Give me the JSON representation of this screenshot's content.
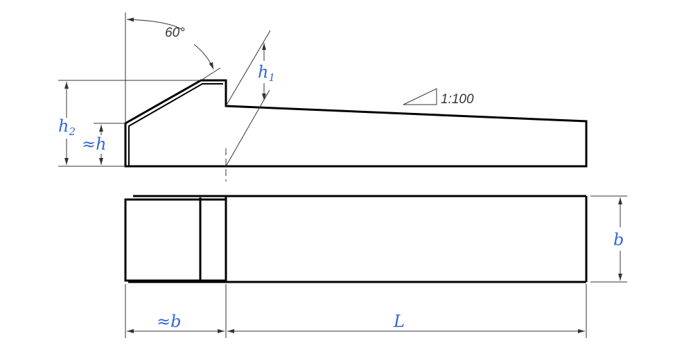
{
  "labels": {
    "angle": "60°",
    "h1": "h",
    "h1_sub": "1",
    "h2": "h",
    "h2_sub": "2",
    "approx_h": "≈h",
    "taper": "1:100",
    "b": "b",
    "approx_b": "≈b",
    "L": "L"
  },
  "colors": {
    "dimension_text": "#3366dd",
    "outline": "#000000"
  }
}
